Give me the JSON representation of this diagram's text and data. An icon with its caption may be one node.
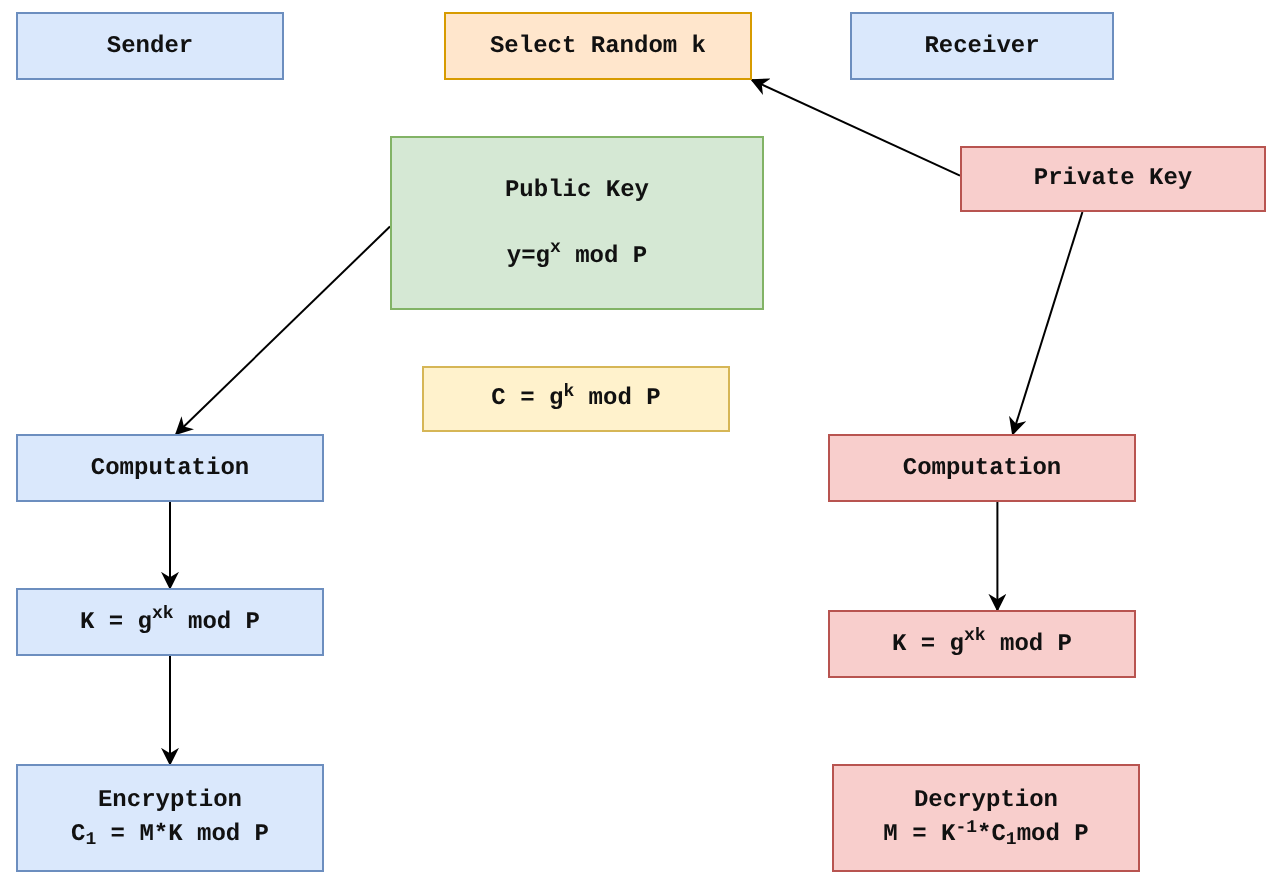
{
  "diagram": {
    "nodes": [
      {
        "text": [
          "Sender"
        ]
      },
      {
        "text": [
          "Select Random k"
        ]
      },
      {
        "text": [
          "Receiver"
        ]
      },
      {
        "text": [
          "Public Key",
          "y=g$^{x}$ mod P"
        ]
      },
      {
        "text": [
          "Private Key"
        ]
      },
      {
        "text": [
          "C = g$^{k}$ mod P"
        ]
      },
      {
        "text": [
          "Computation"
        ]
      },
      {
        "text": [
          "K = g$^{xk}$ mod P"
        ]
      },
      {
        "text": [
          "Encryption",
          "C$_{1}$ = M*K mod P"
        ]
      },
      {
        "text": [
          "Computation"
        ]
      },
      {
        "text": [
          "K = g$^{xk}$ mod P"
        ]
      },
      {
        "text": [
          "Decryption",
          "M = K$^{-1}$*C$_{1}$mod P"
        ]
      }
    ],
    "edges": [
      {
        "from": 4,
        "to": 1,
        "arrow": "to"
      },
      {
        "from": 3,
        "to": 6,
        "arrow": "to"
      },
      {
        "from": 4,
        "to": 9,
        "arrow": "to"
      },
      {
        "from": 6,
        "to": 7,
        "arrow": "to"
      },
      {
        "from": 7,
        "to": 8,
        "arrow": "to"
      },
      {
        "from": 9,
        "to": 10,
        "arrow": "to"
      }
    ]
  }
}
